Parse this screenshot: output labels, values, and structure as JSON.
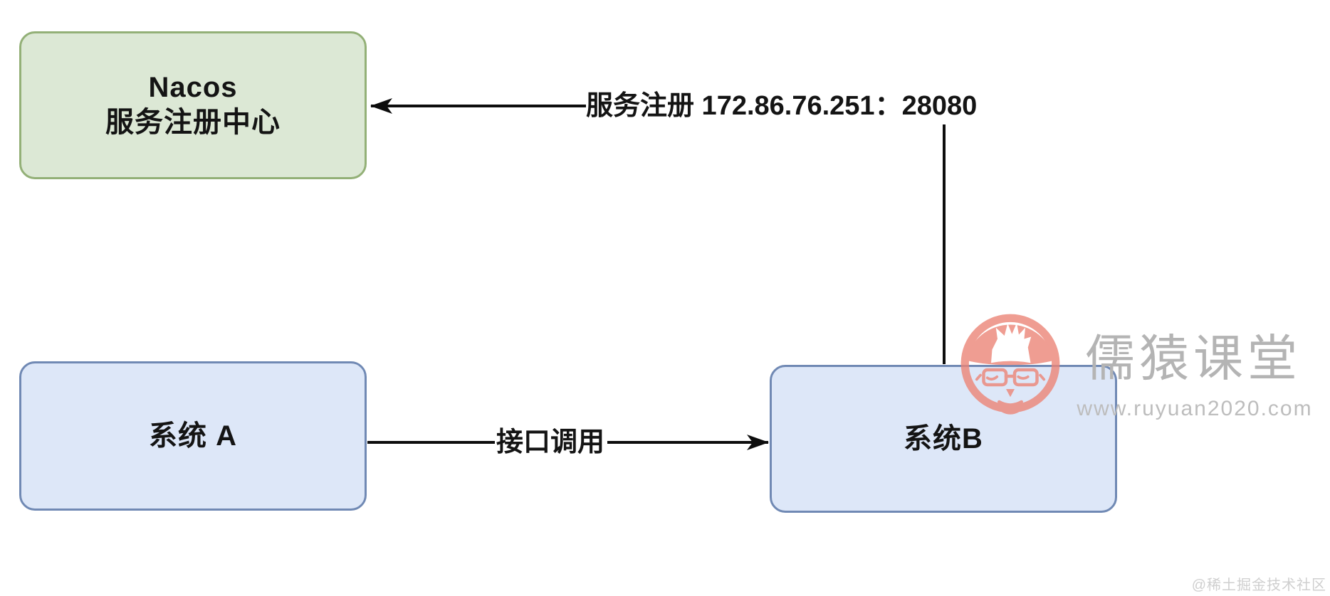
{
  "diagram": {
    "nodes": {
      "nacos": {
        "title": "Nacos",
        "subtitle": "服务注册中心"
      },
      "system_a": {
        "label": "系统 A"
      },
      "system_b": {
        "label": "系统B"
      }
    },
    "edges": {
      "service_registration": {
        "label": "服务注册 172.86.76.251：28080",
        "from": "system_b",
        "to": "nacos"
      },
      "interface_call": {
        "label": "接口调用",
        "from": "system_a",
        "to": "system_b"
      }
    }
  },
  "watermark": {
    "brand": "儒猿课堂",
    "url": "www.ruyuan2020.com",
    "logo_icon": "monkey-flame-logo"
  },
  "credit": {
    "label": "@稀土掘金技术社区"
  },
  "colors": {
    "background": "#ffffff",
    "nacos_fill": "#dce8d5",
    "nacos_border": "#93b077",
    "system_fill": "#dde7f8",
    "system_border": "#7089b4",
    "line_color": "#0d0d0d",
    "label_text": "#141414",
    "watermark_red": "#ec8577",
    "watermark_gray": "#b4b4b4",
    "url_gray": "#bdbdbd",
    "credit_gray": "#cfcfcf"
  }
}
